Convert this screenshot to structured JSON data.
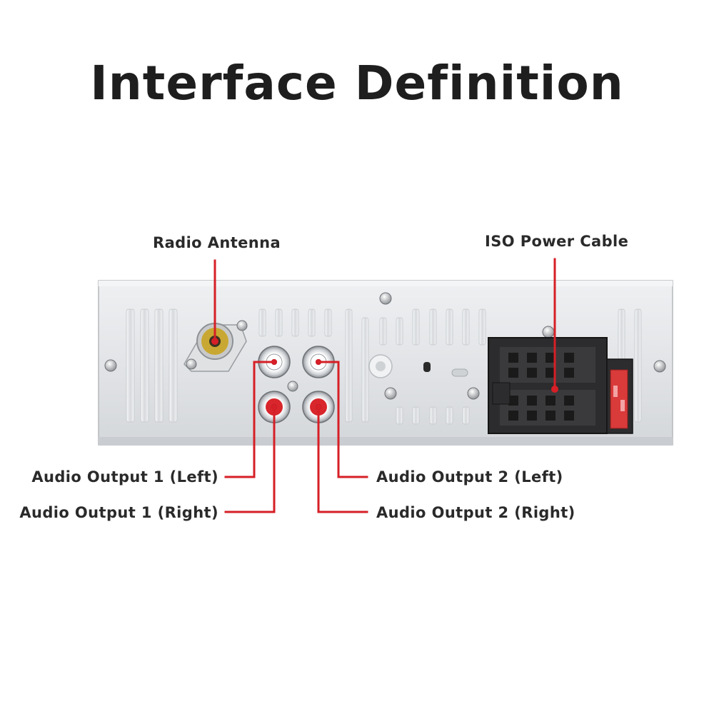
{
  "title": "Interface Definition",
  "labels": {
    "radio_antenna": "Radio Antenna",
    "iso_power_cable": "ISO Power Cable",
    "audio_out_1_left": "Audio Output 1 (Left)",
    "audio_out_1_right": "Audio Output 1 (Right)",
    "audio_out_2_left": "Audio Output 2 (Left)",
    "audio_out_2_right": "Audio Output 2 (Right)"
  },
  "colors": {
    "leader_line": "#d61f26",
    "panel": "#e3e5e8",
    "connector_housing": "#2c2c2e",
    "rca_red": "#d8262c",
    "antenna_gold": "#c8a832",
    "fuse_red": "#d93a3a"
  }
}
